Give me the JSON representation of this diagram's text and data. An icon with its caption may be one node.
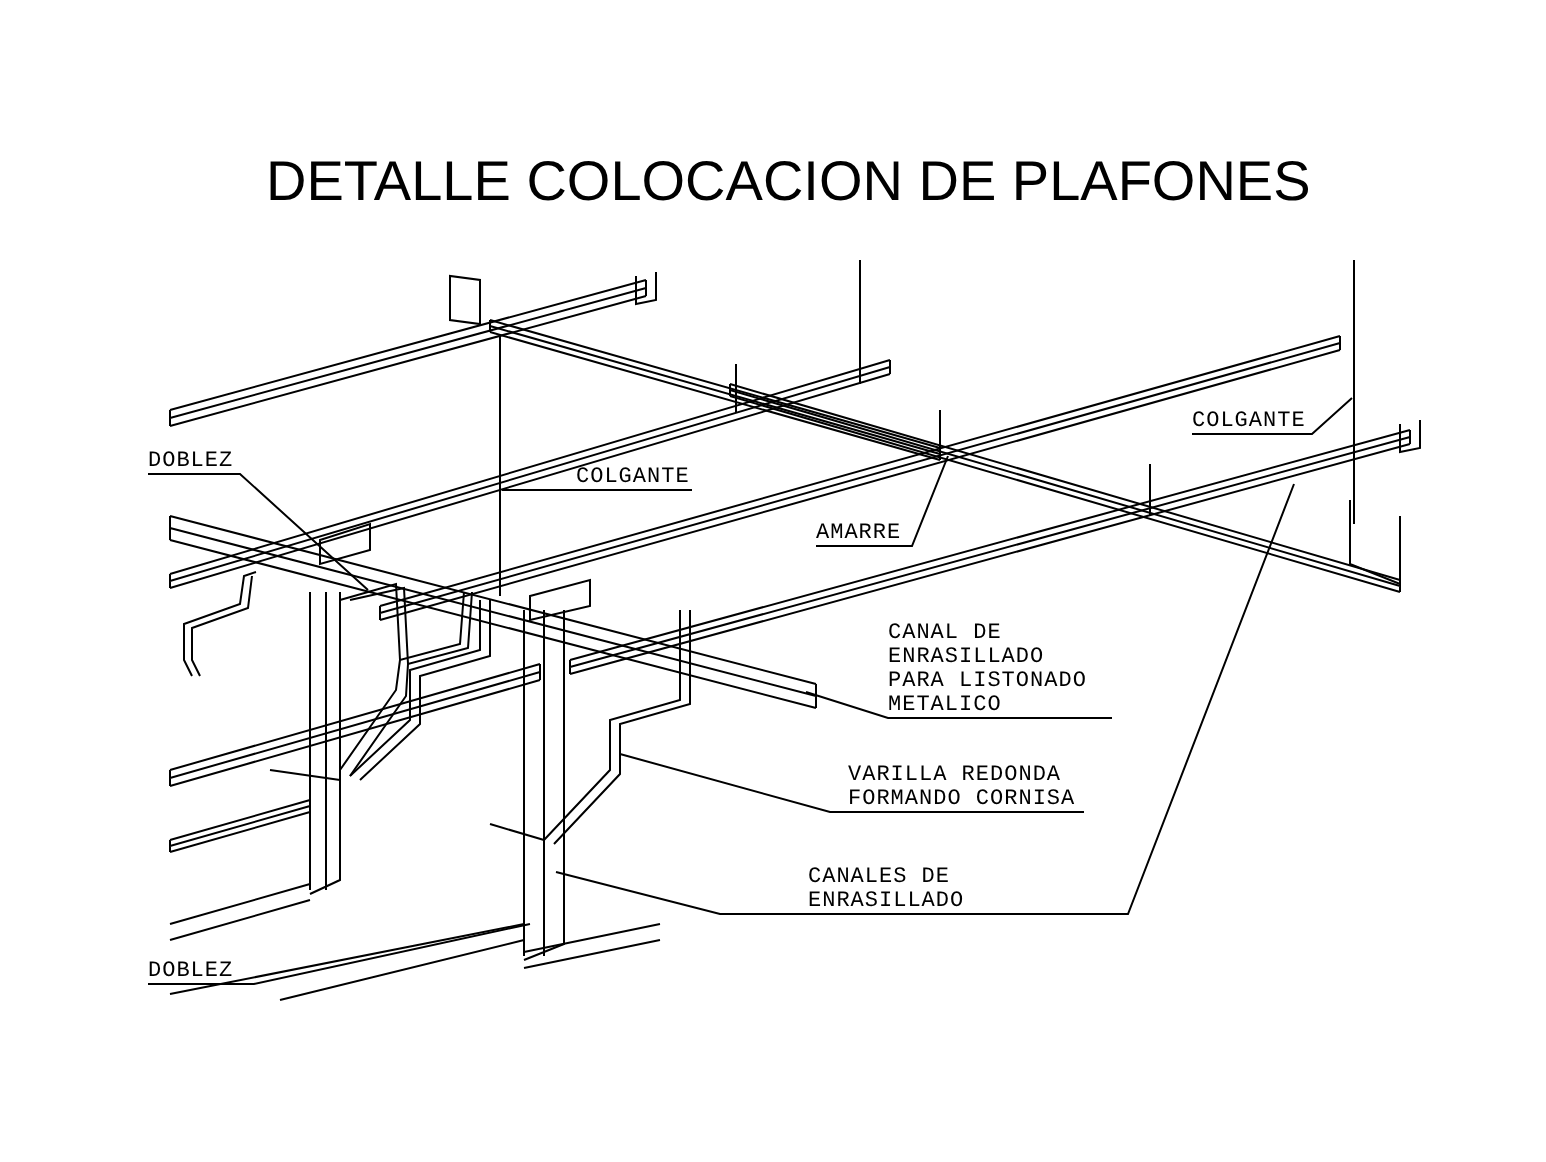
{
  "diagram": {
    "title": "DETALLE COLOCACION DE PLAFONES",
    "nodes": [
      {
        "text": [
          "DOBLEZ"
        ]
      },
      {
        "text": [
          "COLGANTE"
        ]
      },
      {
        "text": [
          "AMARRE"
        ]
      },
      {
        "text": [
          "COLGANTE"
        ]
      },
      {
        "text": [
          "CANAL DE ENRASILLADO PARA LISTONADO METALICO"
        ]
      },
      {
        "text": [
          "VARILLA REDONDA FORMANDO CORNISA"
        ]
      },
      {
        "text": [
          "CANALES DE ENRASILLADO"
        ]
      },
      {
        "text": [
          "DOBLEZ"
        ]
      }
    ],
    "edges": [
      {
        "from": 0,
        "to": null,
        "arrow": "none"
      },
      {
        "from": 1,
        "to": null,
        "arrow": "none"
      },
      {
        "from": 2,
        "to": null,
        "arrow": "none"
      },
      {
        "from": 3,
        "to": null,
        "arrow": "none"
      },
      {
        "from": 4,
        "to": null,
        "arrow": "none"
      },
      {
        "from": 5,
        "to": null,
        "arrow": "none"
      },
      {
        "from": 6,
        "to": null,
        "arrow": "none"
      },
      {
        "from": 6,
        "to": null,
        "arrow": "none"
      },
      {
        "from": 7,
        "to": null,
        "arrow": "none"
      }
    ]
  }
}
